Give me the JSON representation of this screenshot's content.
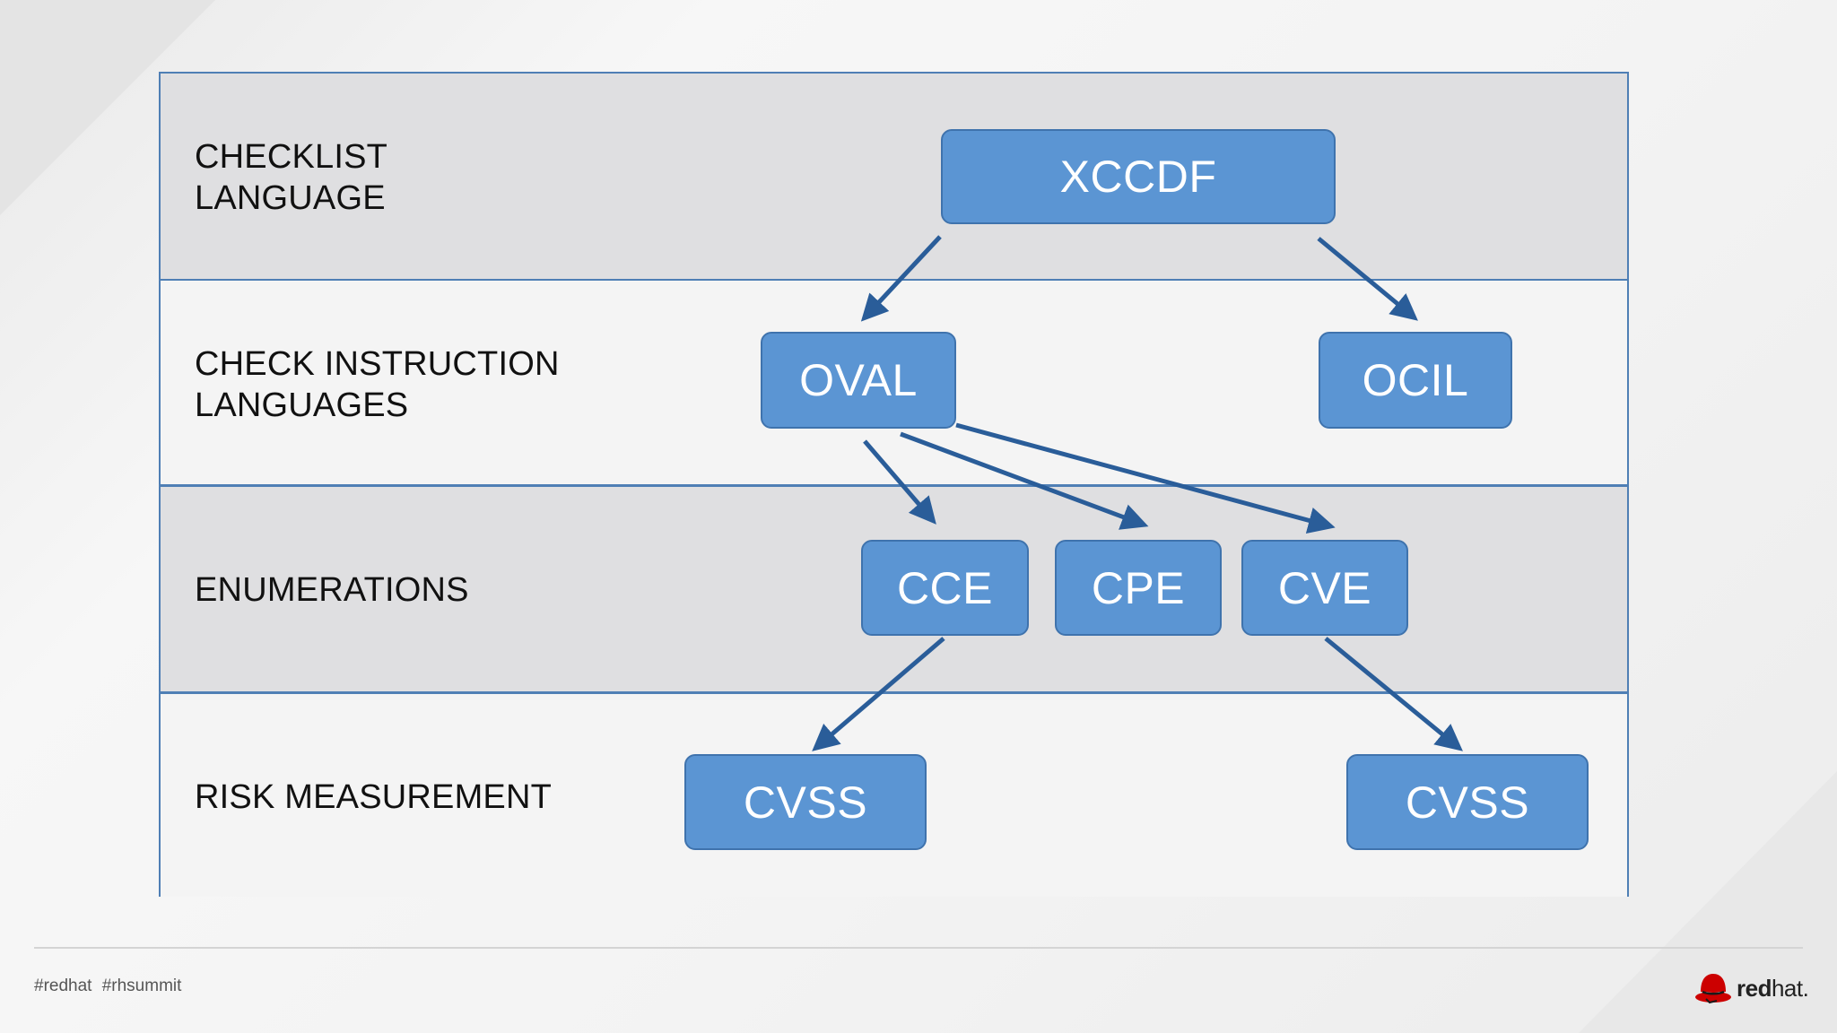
{
  "rows": [
    {
      "label": "CHECKLIST\nLANGUAGE"
    },
    {
      "label": "CHECK INSTRUCTION\nLANGUAGES"
    },
    {
      "label": "ENUMERATIONS"
    },
    {
      "label": "RISK MEASUREMENT"
    }
  ],
  "nodes": {
    "xccdf": "XCCDF",
    "oval": "OVAL",
    "ocil": "OCIL",
    "cce": "CCE",
    "cpe": "CPE",
    "cve": "CVE",
    "cvss_left": "CVSS",
    "cvss_right": "CVSS"
  },
  "edges": [
    {
      "from": "XCCDF",
      "to": "OVAL"
    },
    {
      "from": "XCCDF",
      "to": "OCIL"
    },
    {
      "from": "OVAL",
      "to": "CCE"
    },
    {
      "from": "OVAL",
      "to": "CPE"
    },
    {
      "from": "OVAL",
      "to": "CVE"
    },
    {
      "from": "CCE",
      "to": "CVSS"
    },
    {
      "from": "CVE",
      "to": "CVSS"
    }
  ],
  "footer": {
    "hashtags": "#redhat #rhsummit",
    "brand_bold": "red",
    "brand_light": "hat."
  },
  "colors": {
    "node_fill": "#5b95d3",
    "node_border": "#3f73ad",
    "arrow": "#2a5d99",
    "band_shaded": "#dfdfe1",
    "band_light": "#f4f4f4",
    "brand_red": "#cc0000"
  },
  "icons": {
    "brand_mark": "redhat-shadowman-icon"
  }
}
